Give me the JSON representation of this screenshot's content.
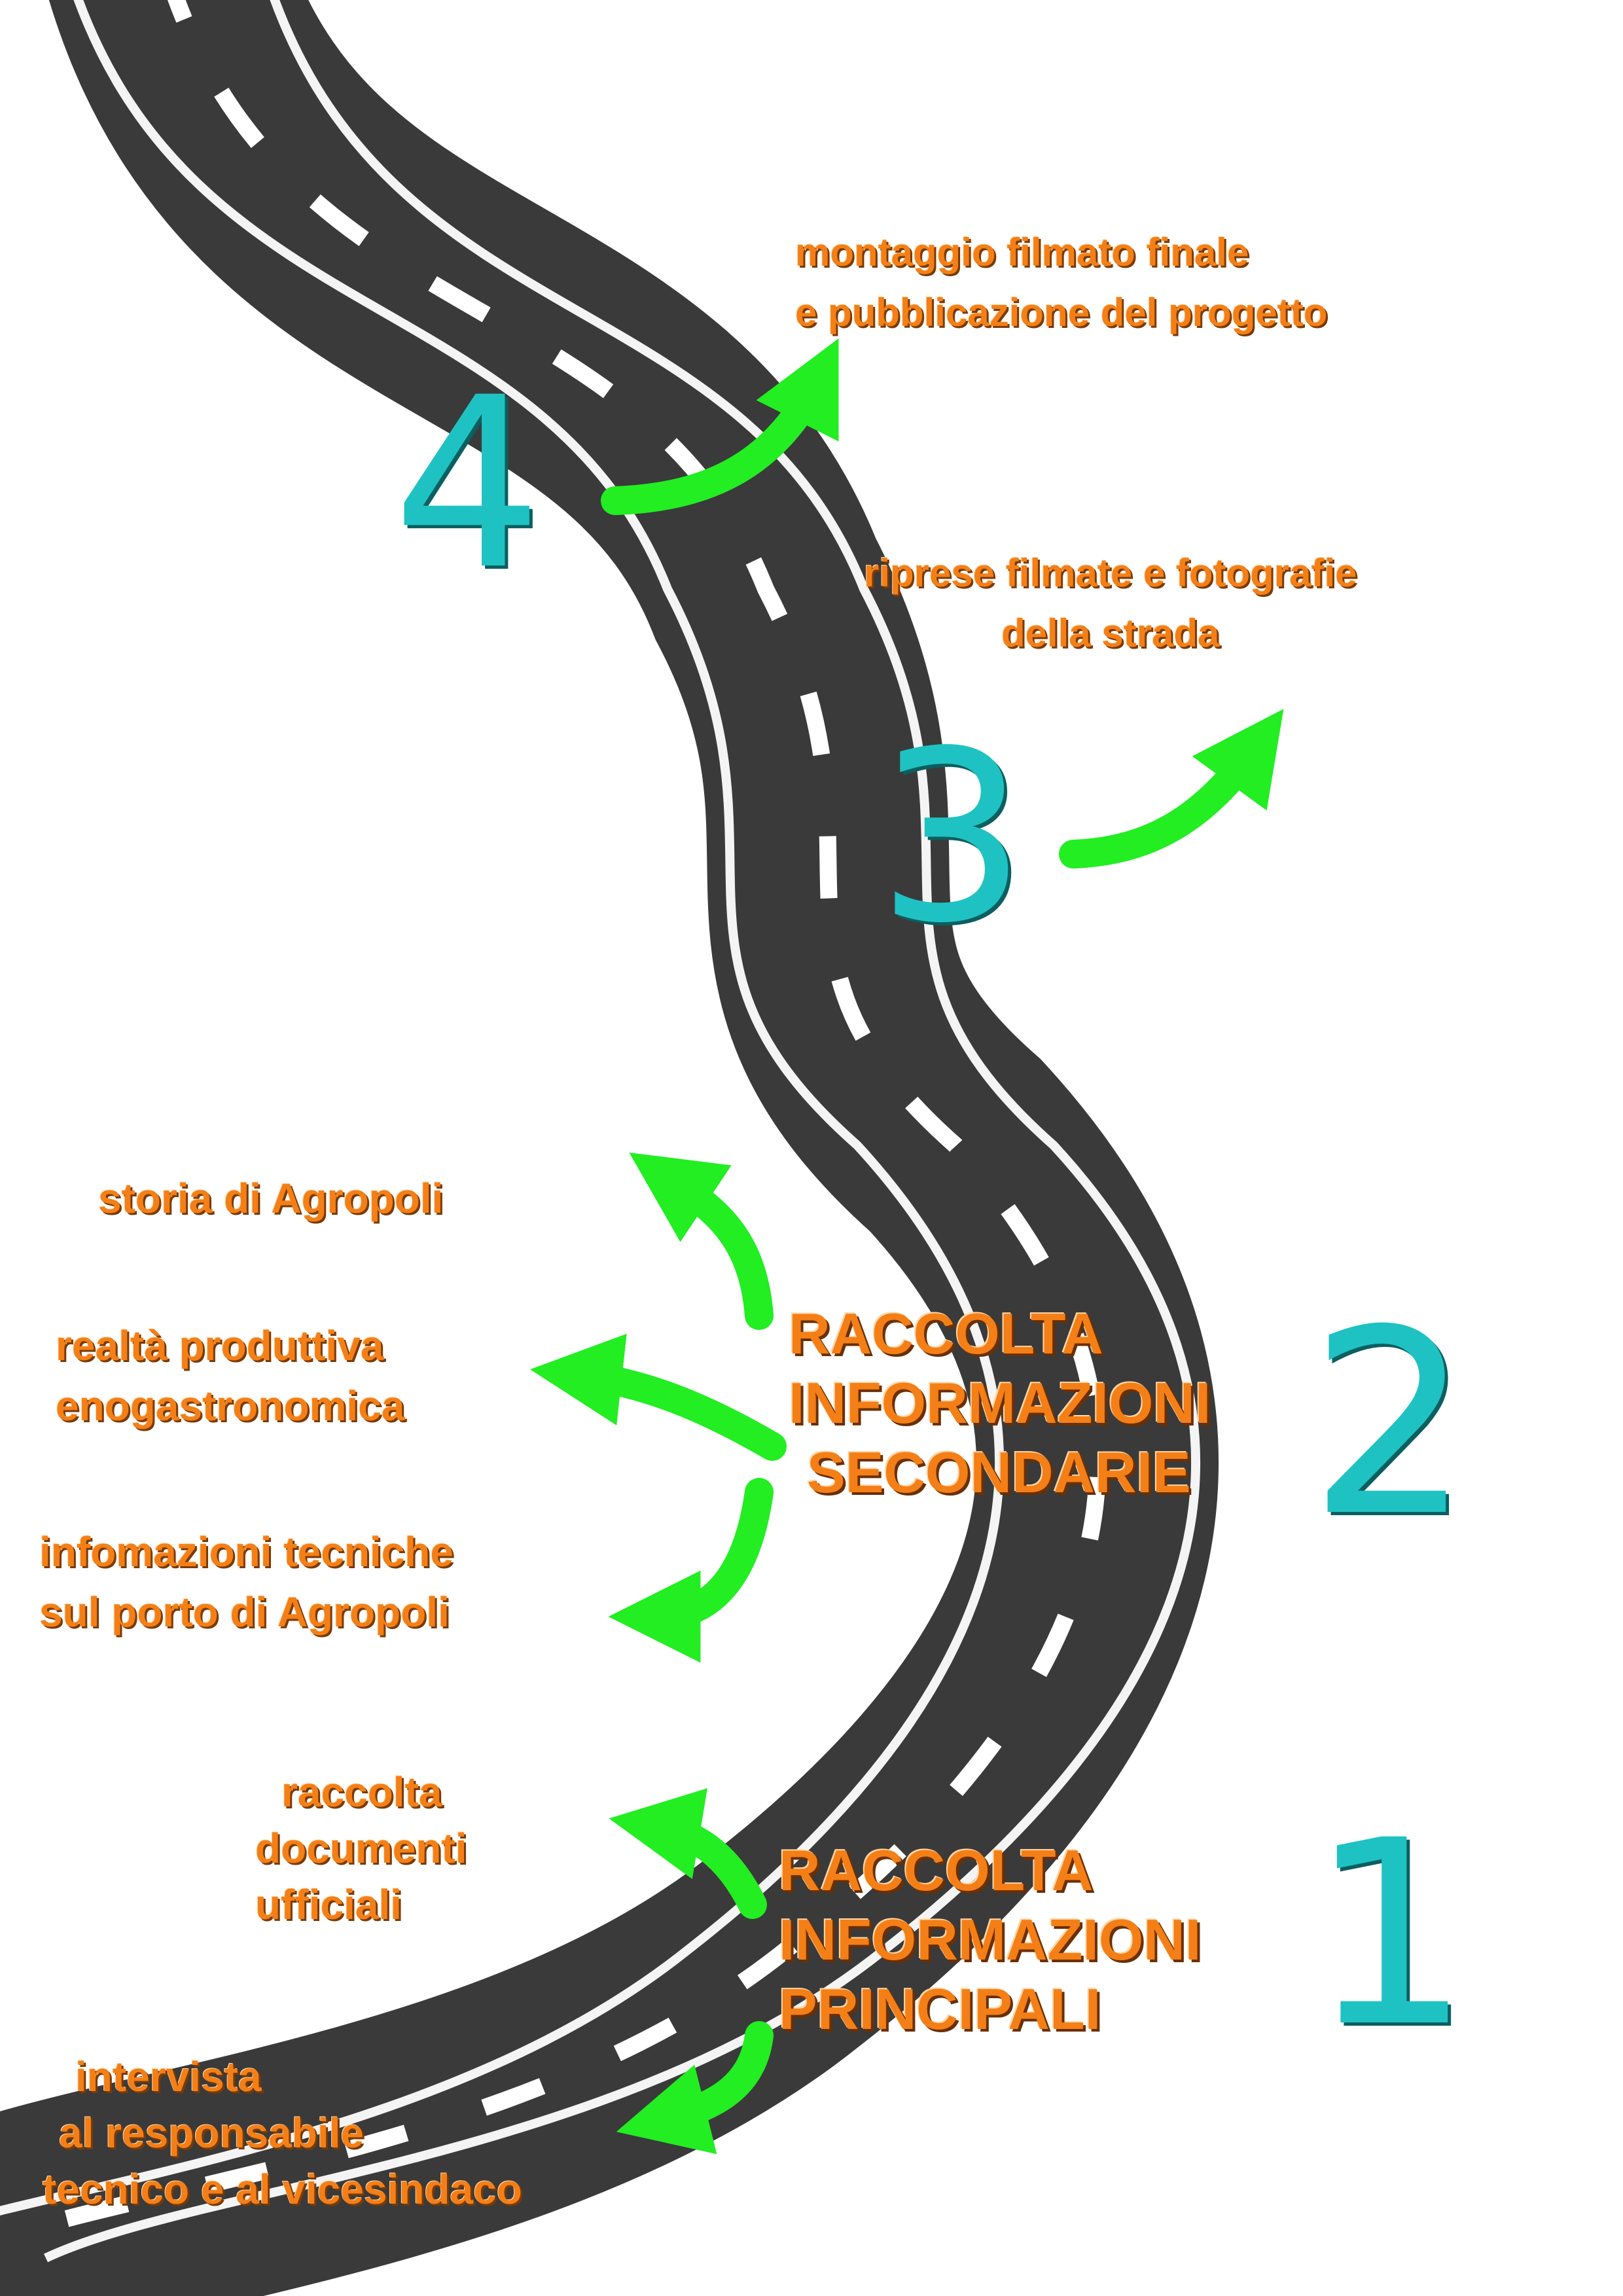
{
  "steps": {
    "step1": {
      "number": "1",
      "title_lines": [
        "RACCOLTA",
        "INFORMAZIONI",
        "PRINCIPALI"
      ],
      "items": [
        {
          "lines": [
            "raccolta",
            "documenti",
            "ufficiali"
          ]
        },
        {
          "lines": [
            "intervista",
            "al responsabile",
            "tecnico e al vicesindaco"
          ]
        }
      ]
    },
    "step2": {
      "number": "2",
      "title_lines": [
        "RACCOLTA",
        "INFORMAZIONI",
        "SECONDARIE"
      ],
      "items": [
        {
          "lines": [
            "storia di Agropoli"
          ]
        },
        {
          "lines": [
            "realtà produttiva",
            "enogastronomica"
          ]
        },
        {
          "lines": [
            "infomazioni tecniche",
            "sul porto di Agropoli"
          ]
        }
      ]
    },
    "step3": {
      "number": "3",
      "items": [
        {
          "lines": [
            "riprese filmate e fotografie",
            "della strada"
          ]
        }
      ]
    },
    "step4": {
      "number": "4",
      "items": [
        {
          "lines": [
            "montaggio filmato finale",
            "e pubblicazione del progetto"
          ]
        }
      ]
    }
  },
  "colors": {
    "road": "#3a3a3a",
    "road_edge_line": "#f4f4f4",
    "center_dash": "#ffffff",
    "arrow": "#22ee22",
    "label_text": "#f47f17",
    "step_number": "#1fc2c2"
  }
}
